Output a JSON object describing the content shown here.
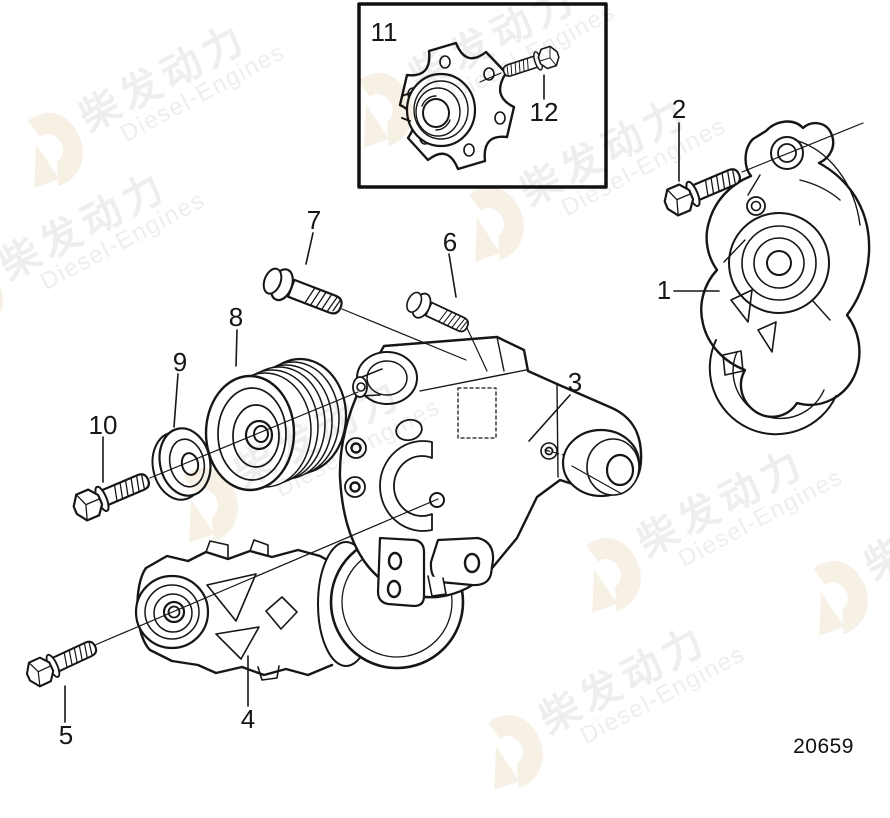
{
  "drawing_number": "20659",
  "watermark": {
    "cn_text": "柴发动力",
    "en_text": "Diesel-Engines"
  },
  "callouts": [
    "1",
    "2",
    "3",
    "4",
    "5",
    "6",
    "7",
    "8",
    "9",
    "10",
    "11",
    "12"
  ]
}
